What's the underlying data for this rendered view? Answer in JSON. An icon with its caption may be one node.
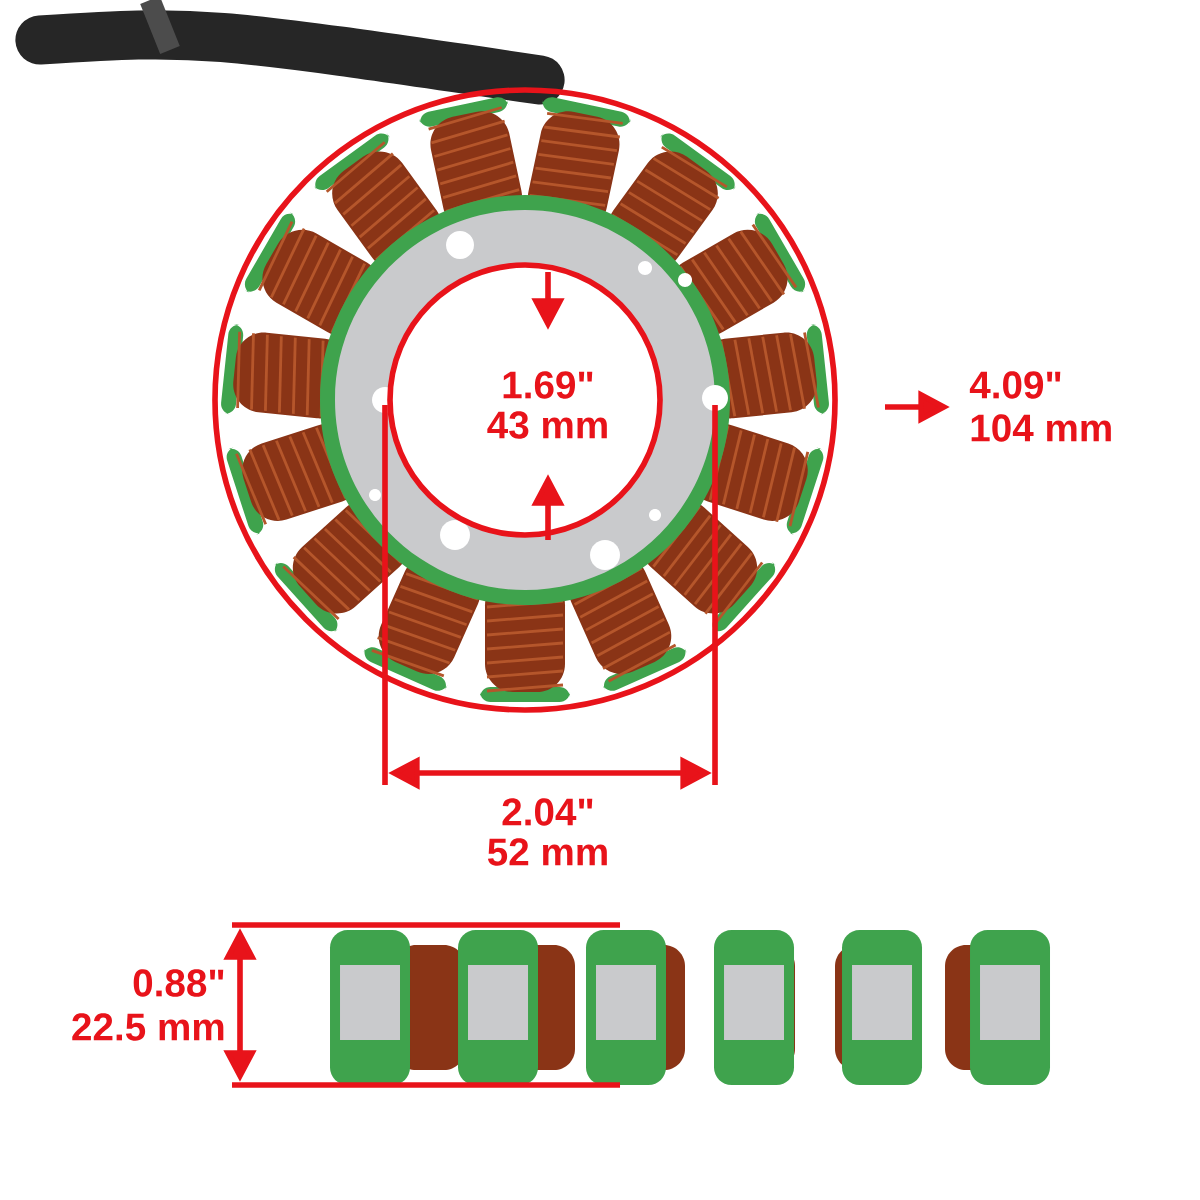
{
  "diagram": {
    "labels": [
      "1.69\"",
      "43 mm",
      "4.09\"",
      "104 mm",
      "2.04\"",
      "52 mm",
      "0.88\"",
      "22.5 mm"
    ]
  }
}
